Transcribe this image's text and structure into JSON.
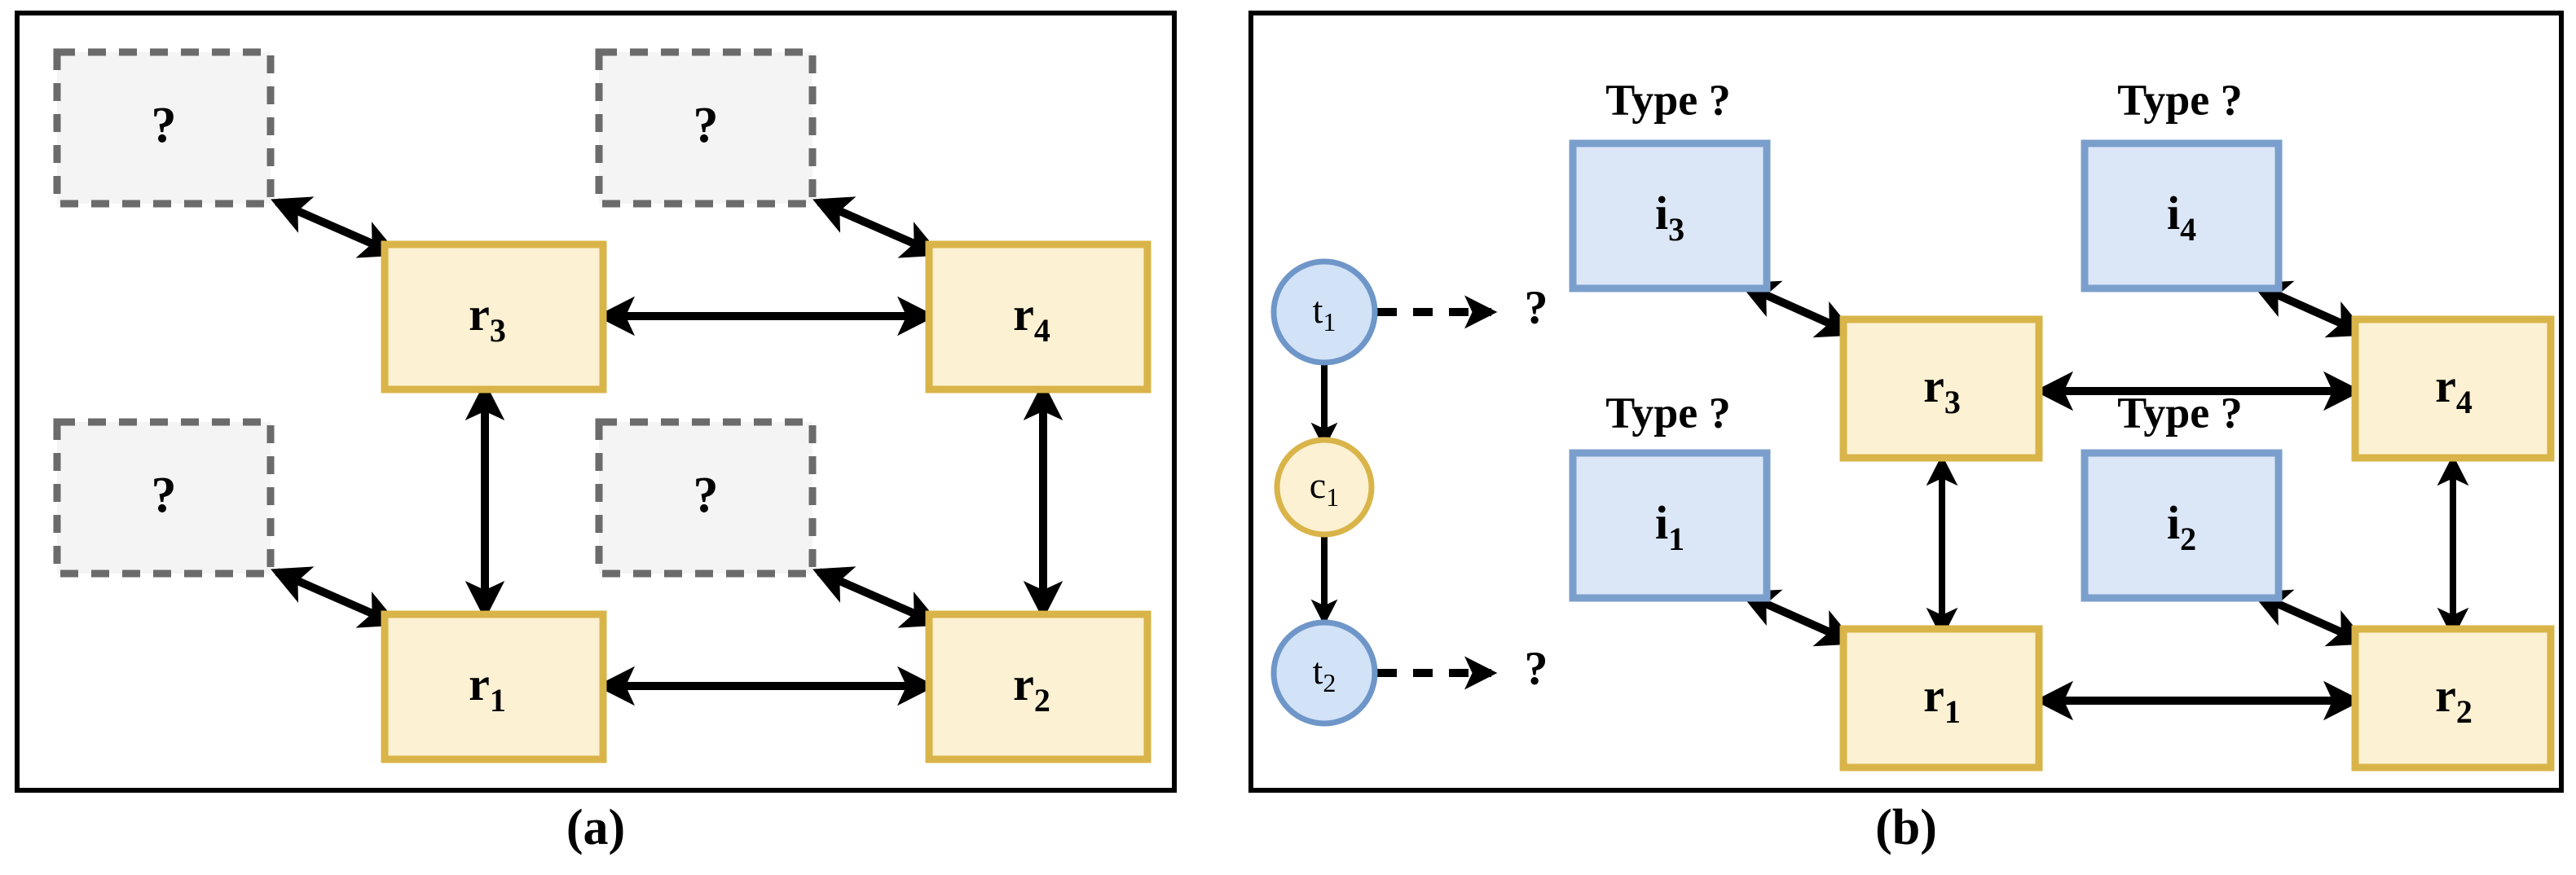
{
  "figure": {
    "panels": [
      {
        "id": "panel-a",
        "caption": "(a)",
        "unknown_placeholders": [
          {
            "id": "unknown-a1",
            "label": "?"
          },
          {
            "id": "unknown-a2",
            "label": "?"
          },
          {
            "id": "unknown-a3",
            "label": "?"
          },
          {
            "id": "unknown-a4",
            "label": "?"
          }
        ],
        "region_nodes": [
          {
            "id": "r3",
            "base": "r",
            "sub": "3"
          },
          {
            "id": "r4",
            "base": "r",
            "sub": "4"
          },
          {
            "id": "r1",
            "base": "r",
            "sub": "1"
          },
          {
            "id": "r2",
            "base": "r",
            "sub": "2"
          }
        ],
        "edges": [
          {
            "from": "unknown-a1",
            "to": "r3",
            "style": "bidirectional-solid"
          },
          {
            "from": "unknown-a2",
            "to": "r4",
            "style": "bidirectional-solid"
          },
          {
            "from": "unknown-a3",
            "to": "r1",
            "style": "bidirectional-solid"
          },
          {
            "from": "unknown-a4",
            "to": "r2",
            "style": "bidirectional-solid"
          },
          {
            "from": "r3",
            "to": "r4",
            "style": "bidirectional-solid"
          },
          {
            "from": "r1",
            "to": "r2",
            "style": "bidirectional-solid"
          },
          {
            "from": "r3",
            "to": "r1",
            "style": "bidirectional-solid"
          },
          {
            "from": "r4",
            "to": "r2",
            "style": "bidirectional-solid"
          }
        ]
      },
      {
        "id": "panel-b",
        "caption": "(b)",
        "chain_nodes": [
          {
            "id": "t1",
            "base": "t",
            "sub": "1",
            "shape": "circle",
            "color": "blue"
          },
          {
            "id": "c1",
            "base": "c",
            "sub": "1",
            "shape": "circle",
            "color": "yellow"
          },
          {
            "id": "t2",
            "base": "t",
            "sub": "2",
            "shape": "circle",
            "color": "blue"
          }
        ],
        "chain_question_marks": [
          {
            "id": "q-t1",
            "label": "?"
          },
          {
            "id": "q-t2",
            "label": "?"
          }
        ],
        "type_labels": [
          {
            "id": "type-i3",
            "label": "Type ?"
          },
          {
            "id": "type-i4",
            "label": "Type ?"
          },
          {
            "id": "type-i1",
            "label": "Type ?"
          },
          {
            "id": "type-i2",
            "label": "Type ?"
          }
        ],
        "instance_nodes": [
          {
            "id": "i3",
            "base": "i",
            "sub": "3"
          },
          {
            "id": "i4",
            "base": "i",
            "sub": "4"
          },
          {
            "id": "i1",
            "base": "i",
            "sub": "1"
          },
          {
            "id": "i2",
            "base": "i",
            "sub": "2"
          }
        ],
        "region_nodes": [
          {
            "id": "r3",
            "base": "r",
            "sub": "3"
          },
          {
            "id": "r4",
            "base": "r",
            "sub": "4"
          },
          {
            "id": "r1",
            "base": "r",
            "sub": "1"
          },
          {
            "id": "r2",
            "base": "r",
            "sub": "2"
          }
        ],
        "edges": [
          {
            "from": "t1",
            "to": "c1",
            "style": "directed-solid"
          },
          {
            "from": "c1",
            "to": "t2",
            "style": "directed-solid"
          },
          {
            "from": "t1",
            "to": "q-t1",
            "style": "directed-dashed"
          },
          {
            "from": "t2",
            "to": "q-t2",
            "style": "directed-dashed"
          },
          {
            "from": "i3",
            "to": "r3",
            "style": "bidirectional-solid"
          },
          {
            "from": "i4",
            "to": "r4",
            "style": "bidirectional-solid"
          },
          {
            "from": "i1",
            "to": "r1",
            "style": "bidirectional-solid"
          },
          {
            "from": "i2",
            "to": "r2",
            "style": "bidirectional-solid"
          },
          {
            "from": "r3",
            "to": "r4",
            "style": "bidirectional-solid"
          },
          {
            "from": "r1",
            "to": "r2",
            "style": "bidirectional-solid"
          },
          {
            "from": "r3",
            "to": "r1",
            "style": "bidirectional-solid"
          },
          {
            "from": "r4",
            "to": "r2",
            "style": "bidirectional-solid"
          }
        ]
      }
    ],
    "colors": {
      "yellow_fill": "#FDF1D3",
      "yellow_stroke": "#D9B449",
      "blue_fill": "#DBE6F7",
      "blue_stroke": "#7B9FCC",
      "circle_blue_fill": "#D2E2F7",
      "circle_blue_stroke": "#6E96C8",
      "unknown_fill": "#F4F4F4",
      "unknown_stroke": "#6B6B6B",
      "edge": "#000000",
      "frame": "#000000"
    }
  }
}
